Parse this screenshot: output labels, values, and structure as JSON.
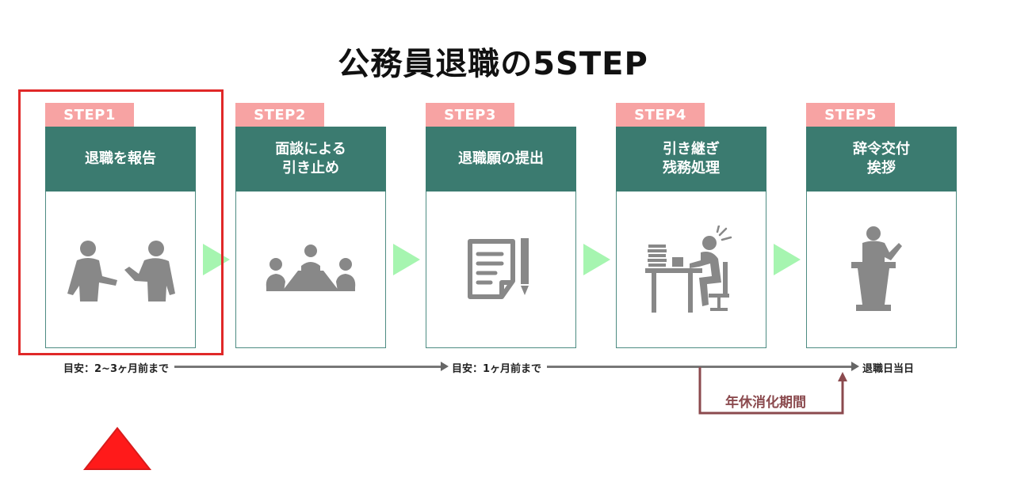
{
  "title": "公務員退職の5STEP",
  "steps": [
    {
      "badge": "STEP1",
      "heading": "退職を報告",
      "icon": "two-people-talking-icon"
    },
    {
      "badge": "STEP2",
      "heading": "面談による\n引き止め",
      "icon": "meeting-table-icon"
    },
    {
      "badge": "STEP3",
      "heading": "退職願の提出",
      "icon": "document-pen-icon"
    },
    {
      "badge": "STEP4",
      "heading": "引き継ぎ\n残務処理",
      "icon": "desk-worker-icon"
    },
    {
      "badge": "STEP5",
      "heading": "辞令交付\n挨拶",
      "icon": "speaker-podium-icon"
    }
  ],
  "timeline": {
    "start_label": "目安：2~3ヶ月前まで",
    "mid_label": "目安：1ヶ月前まで",
    "end_label": "退職日当日",
    "leave_label": "年休消化期間"
  },
  "colors": {
    "badge": "#f7a3a3",
    "header": "#3b7b70",
    "icon": "#888888",
    "chevron": "#a6f5b0",
    "highlight": "#e02828",
    "leave": "#8b4a4e",
    "timeline": "#777777"
  }
}
